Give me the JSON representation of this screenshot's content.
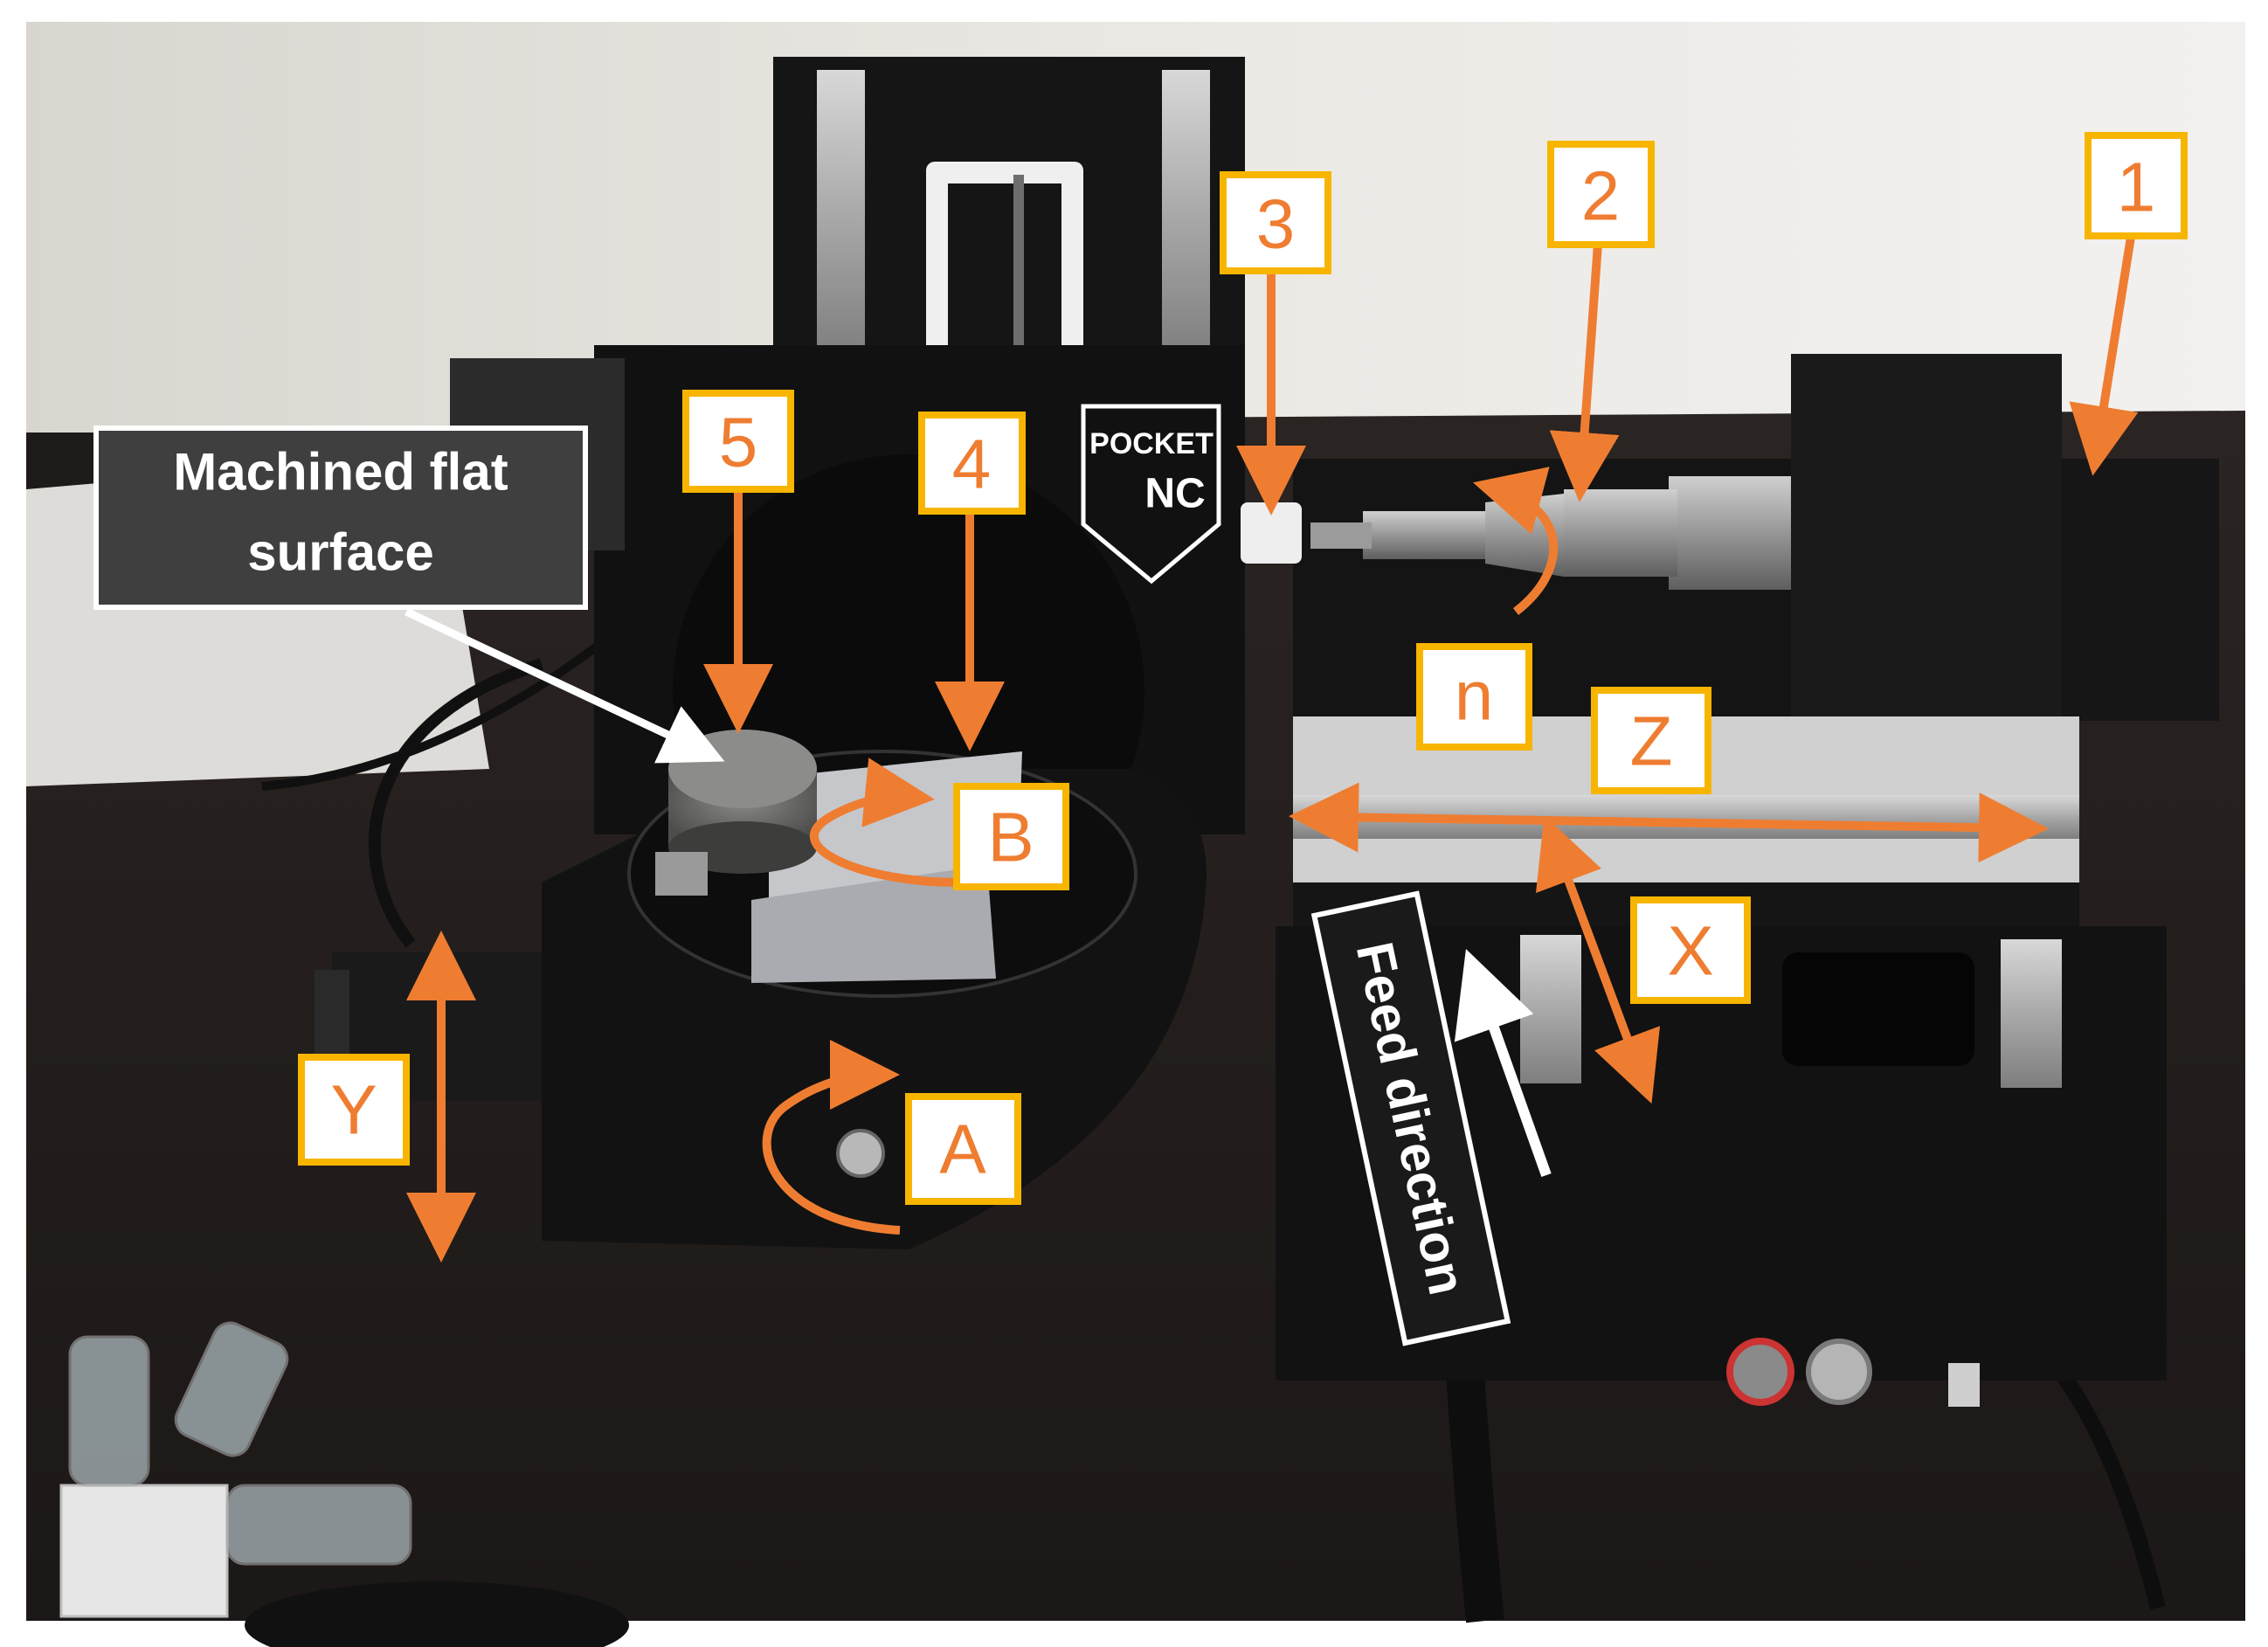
{
  "photo": {
    "subject": "Pocket NC five-axis desktop milling machine with labelled axes and components",
    "logo": [
      "POCKET",
      "NC"
    ]
  },
  "colors": {
    "accent": "#ef7d31",
    "label_box_border": "#f7b500",
    "label_box_fill": "#ffffff",
    "callout_fill": "#3f3f3f"
  },
  "number_labels": [
    "1",
    "2",
    "3",
    "4",
    "5"
  ],
  "axis_labels": {
    "x": "X",
    "y": "Y",
    "z": "Z",
    "a": "A",
    "b": "B",
    "n": "n"
  },
  "callouts": {
    "machined_surface_line1": "Machined flat",
    "machined_surface_line2": "surface",
    "feed_direction": "Feed direction"
  }
}
